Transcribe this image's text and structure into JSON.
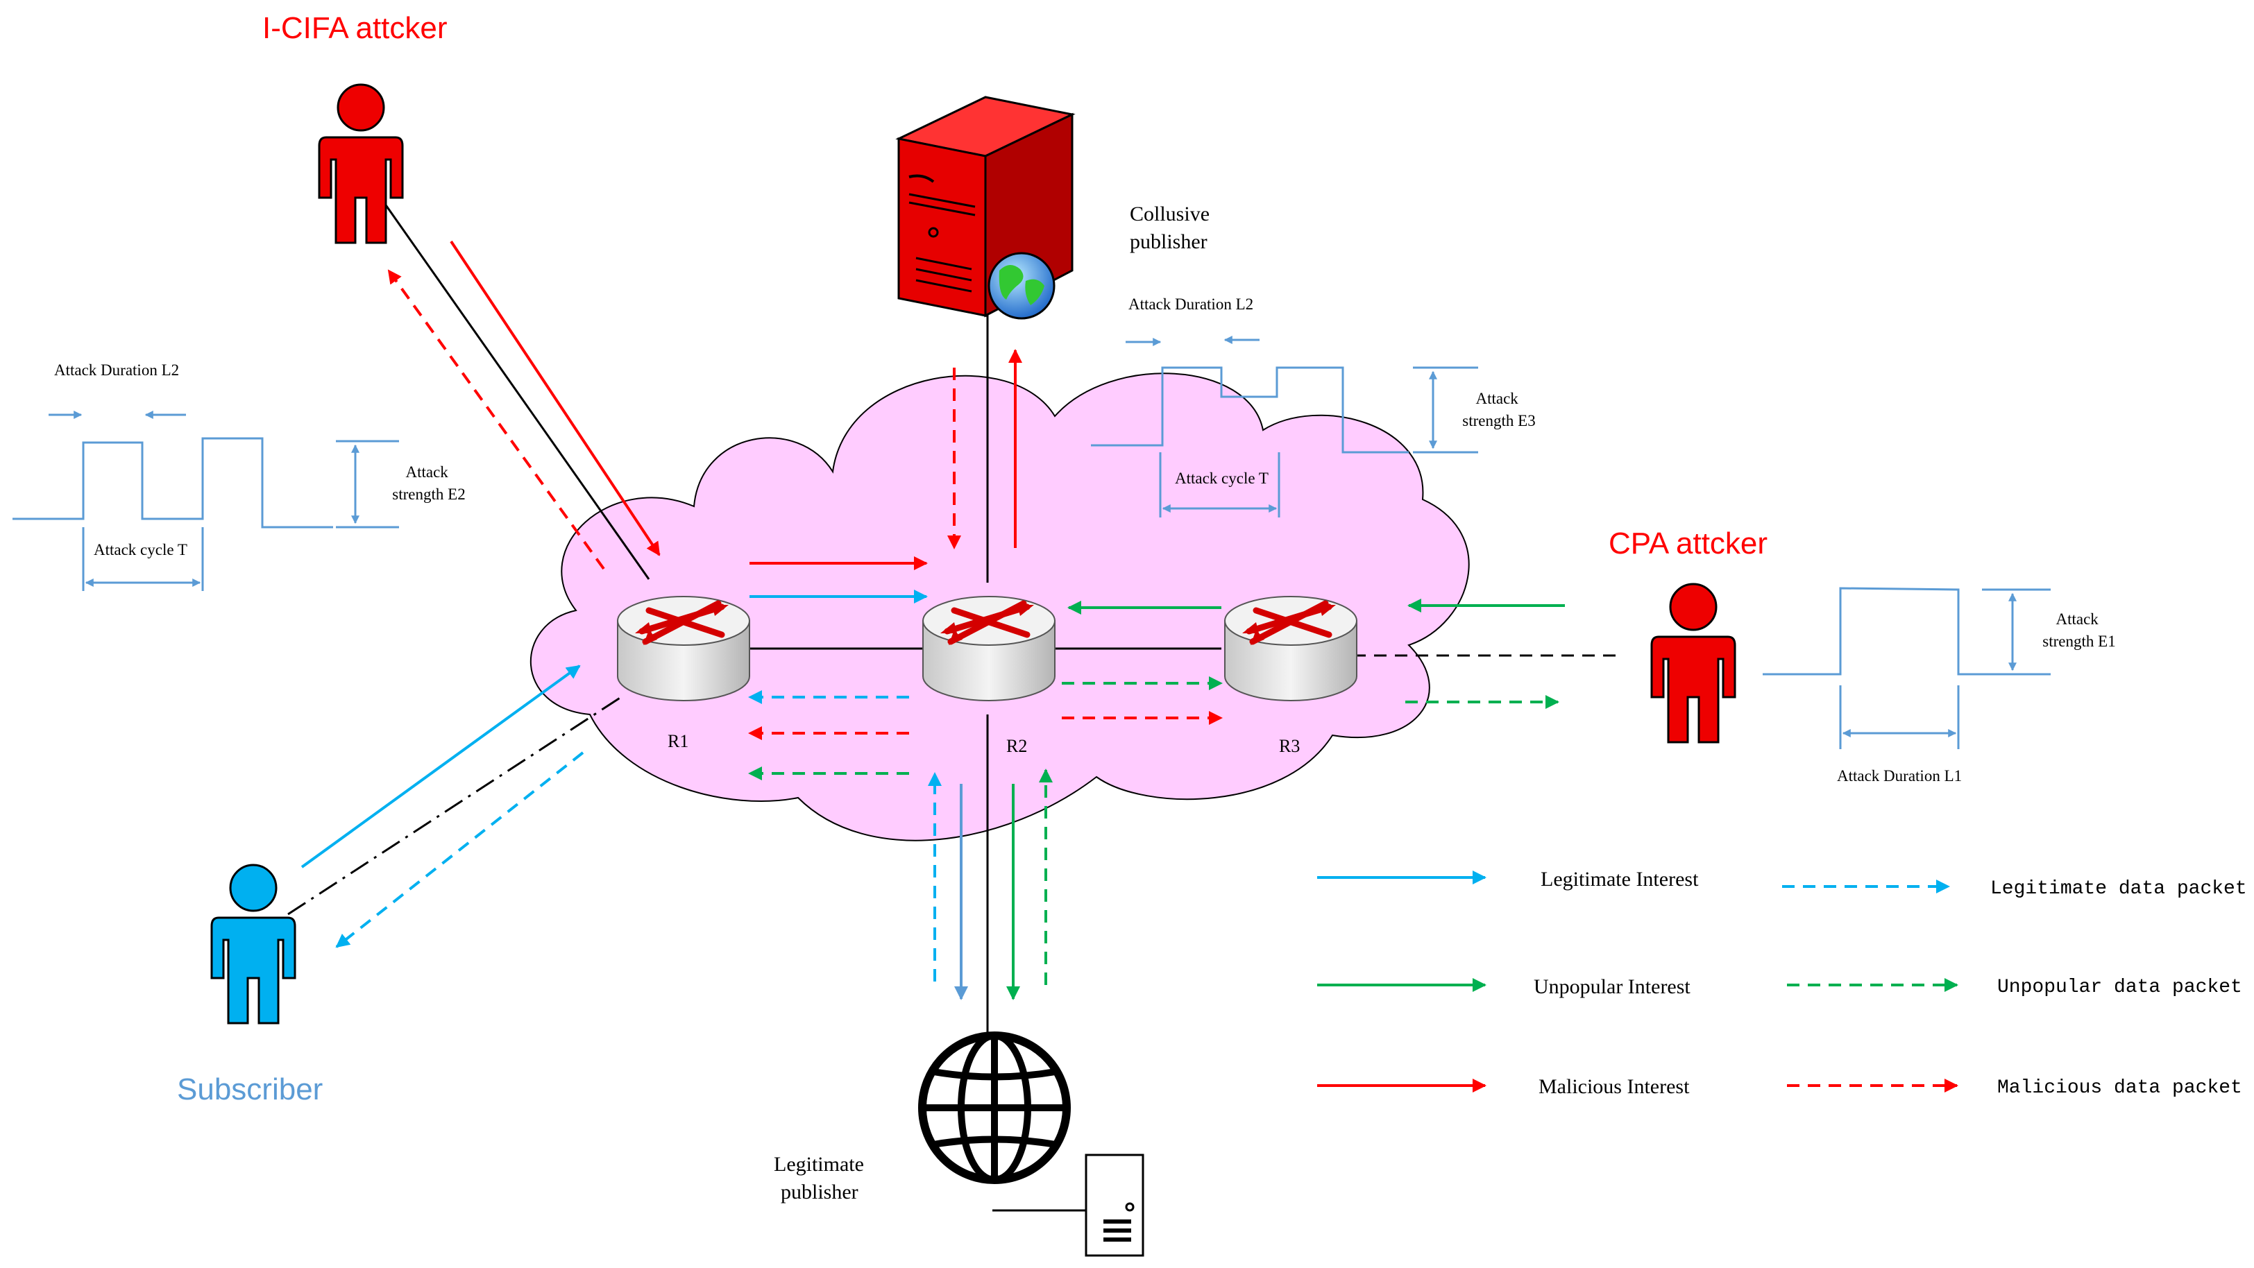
{
  "actors": {
    "icifa": "I-CIFA attcker",
    "cpa": "CPA attcker",
    "subscriber": "Subscriber",
    "collusive": [
      "Collusive",
      "publisher"
    ],
    "legit_pub": [
      "Legitimate",
      "publisher"
    ]
  },
  "routers": {
    "r1": "R1",
    "r2": "R2",
    "r3": "R3"
  },
  "waveform_left": {
    "duration": "Attack Duration L2",
    "strength": [
      "Attack",
      "strength E2"
    ],
    "cycle": "Attack cycle T"
  },
  "waveform_top": {
    "duration": "Attack Duration L2",
    "strength": [
      "Attack",
      "strength E3"
    ],
    "cycle": "Attack cycle T"
  },
  "waveform_right": {
    "strength": [
      "Attack",
      "strength E1"
    ],
    "duration": "Attack Duration L1"
  },
  "legend": {
    "legit_interest": "Legitimate Interest",
    "legit_data": "Legitimate data packet",
    "unpop_interest": "Unpopular Interest",
    "unpop_data": "Unpopular data packet",
    "mal_interest": "Malicious Interest",
    "mal_data": "Malicious data packet"
  },
  "colors": {
    "red": "#ff0000",
    "blue": "#00b0f0",
    "green": "#00b050",
    "steel": "#5b9bd5",
    "cloud": "#ffccff"
  }
}
